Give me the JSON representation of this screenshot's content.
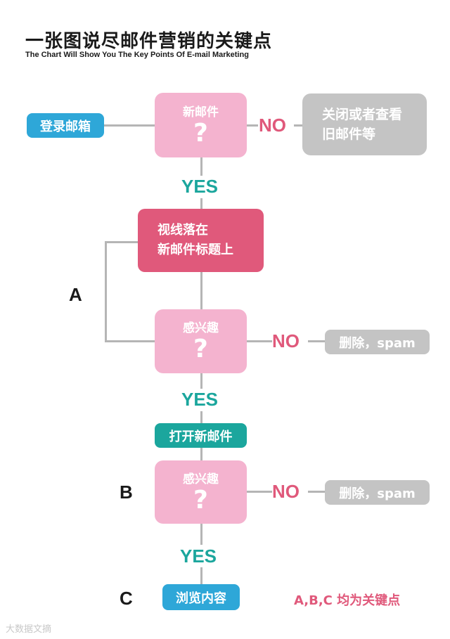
{
  "header": {
    "title": "一张图说尽邮件营销的关键点",
    "subtitle": "The Chart Will Show You The Key Points Of E-mail Marketing"
  },
  "nodes": {
    "login": "登录邮箱",
    "new_mail": {
      "label": "新邮件",
      "mark": "?"
    },
    "close_or_old": {
      "line1": "关闭或者查看",
      "line2": "旧邮件等"
    },
    "gaze": {
      "line1": "视线落在",
      "line2": "新邮件标题上"
    },
    "interest1": {
      "label": "感兴趣",
      "mark": "?"
    },
    "delete1": "删除，spam",
    "open_mail": "打开新邮件",
    "interest2": {
      "label": "感兴趣",
      "mark": "?"
    },
    "delete2": "删除，spam",
    "browse": "浏览内容"
  },
  "edges": {
    "yes": "YES",
    "no": "NO"
  },
  "stages": {
    "a": "A",
    "b": "B",
    "c": "C"
  },
  "note": "A,B,C 均为关键点",
  "watermark": "大数据文摘"
}
